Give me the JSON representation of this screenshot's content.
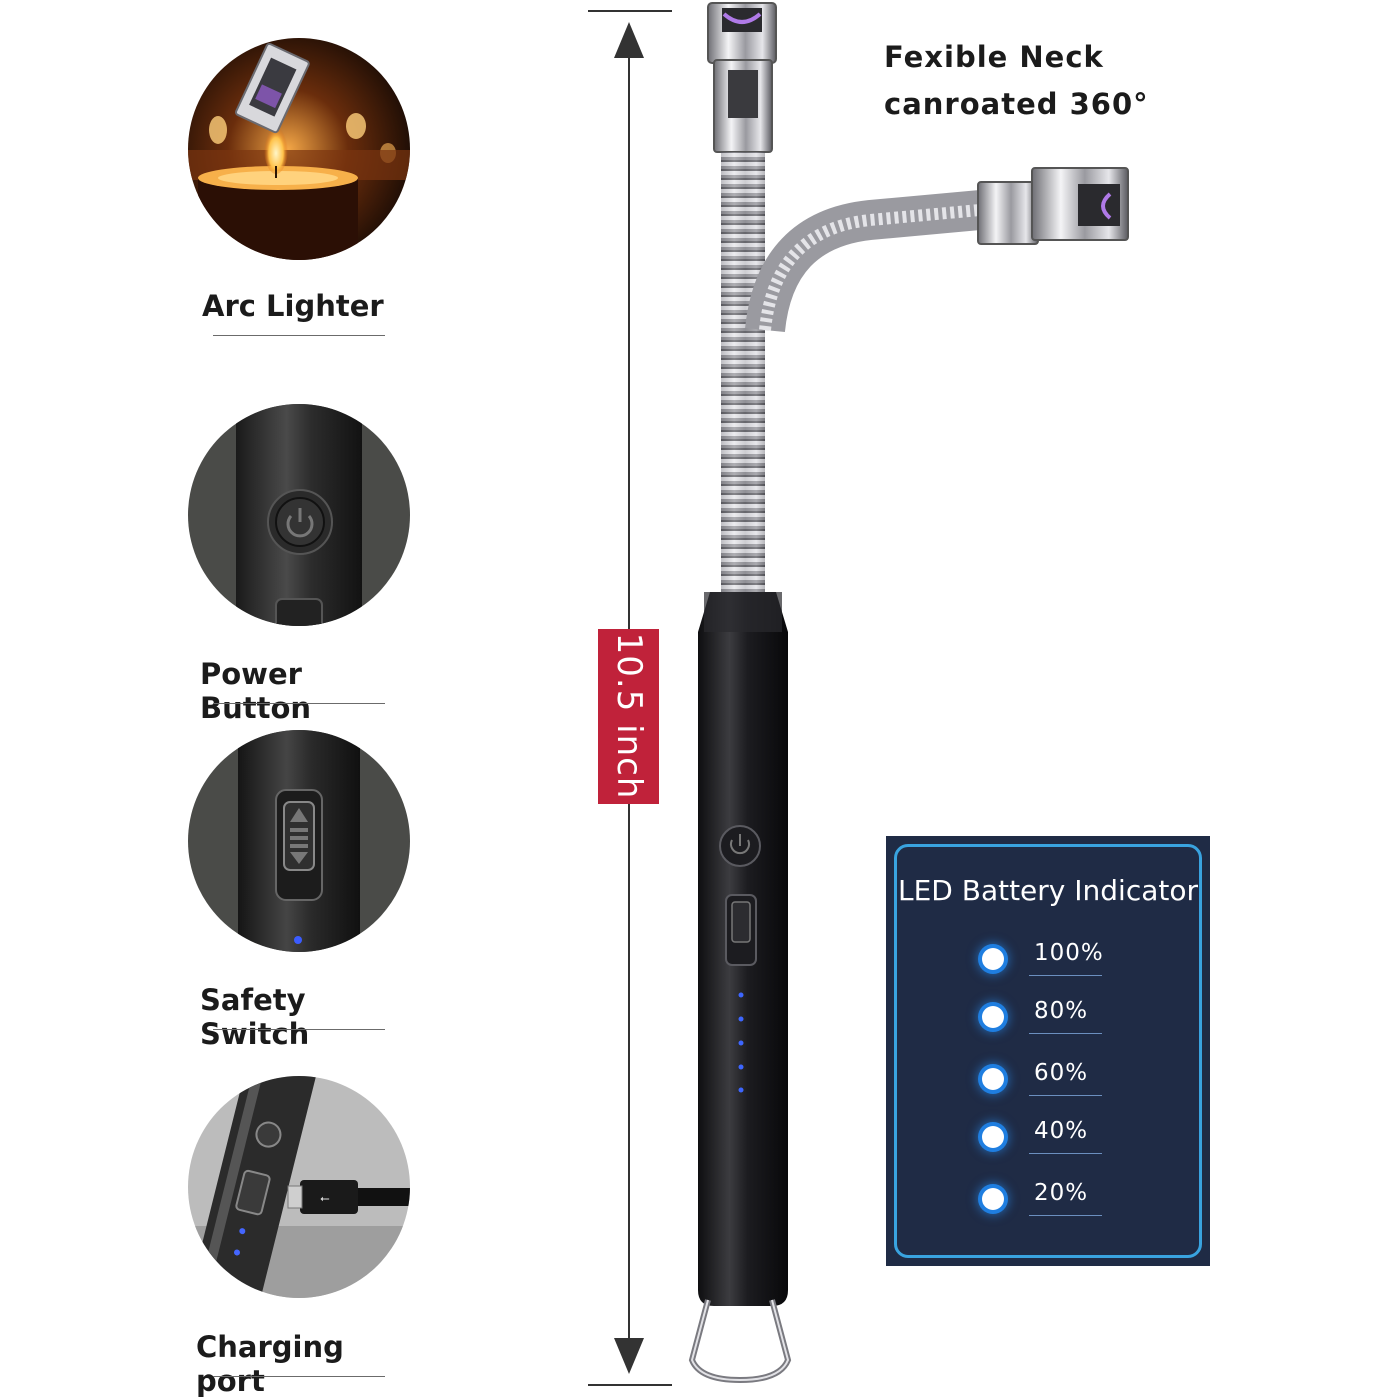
{
  "features": [
    {
      "id": "arc-lighter",
      "label": "Arc Lighter"
    },
    {
      "id": "power-button",
      "label": "Power Button"
    },
    {
      "id": "safety-switch",
      "label": "Safety Switch"
    },
    {
      "id": "charging-port",
      "label": "Charging port"
    }
  ],
  "neck": {
    "line1": "Fexible Neck",
    "line2": "canroated 360°"
  },
  "dimension": {
    "length_label": "10.5 inch"
  },
  "battery_indicator": {
    "title": "LED Battery Indicator",
    "levels": [
      "100%",
      "80%",
      "60%",
      "40%",
      "20%"
    ]
  },
  "colors": {
    "badge_red": "#c0223a",
    "panel_navy": "#1f2b45",
    "panel_border": "#39a3df",
    "led_blue": "#1f7ee0"
  }
}
